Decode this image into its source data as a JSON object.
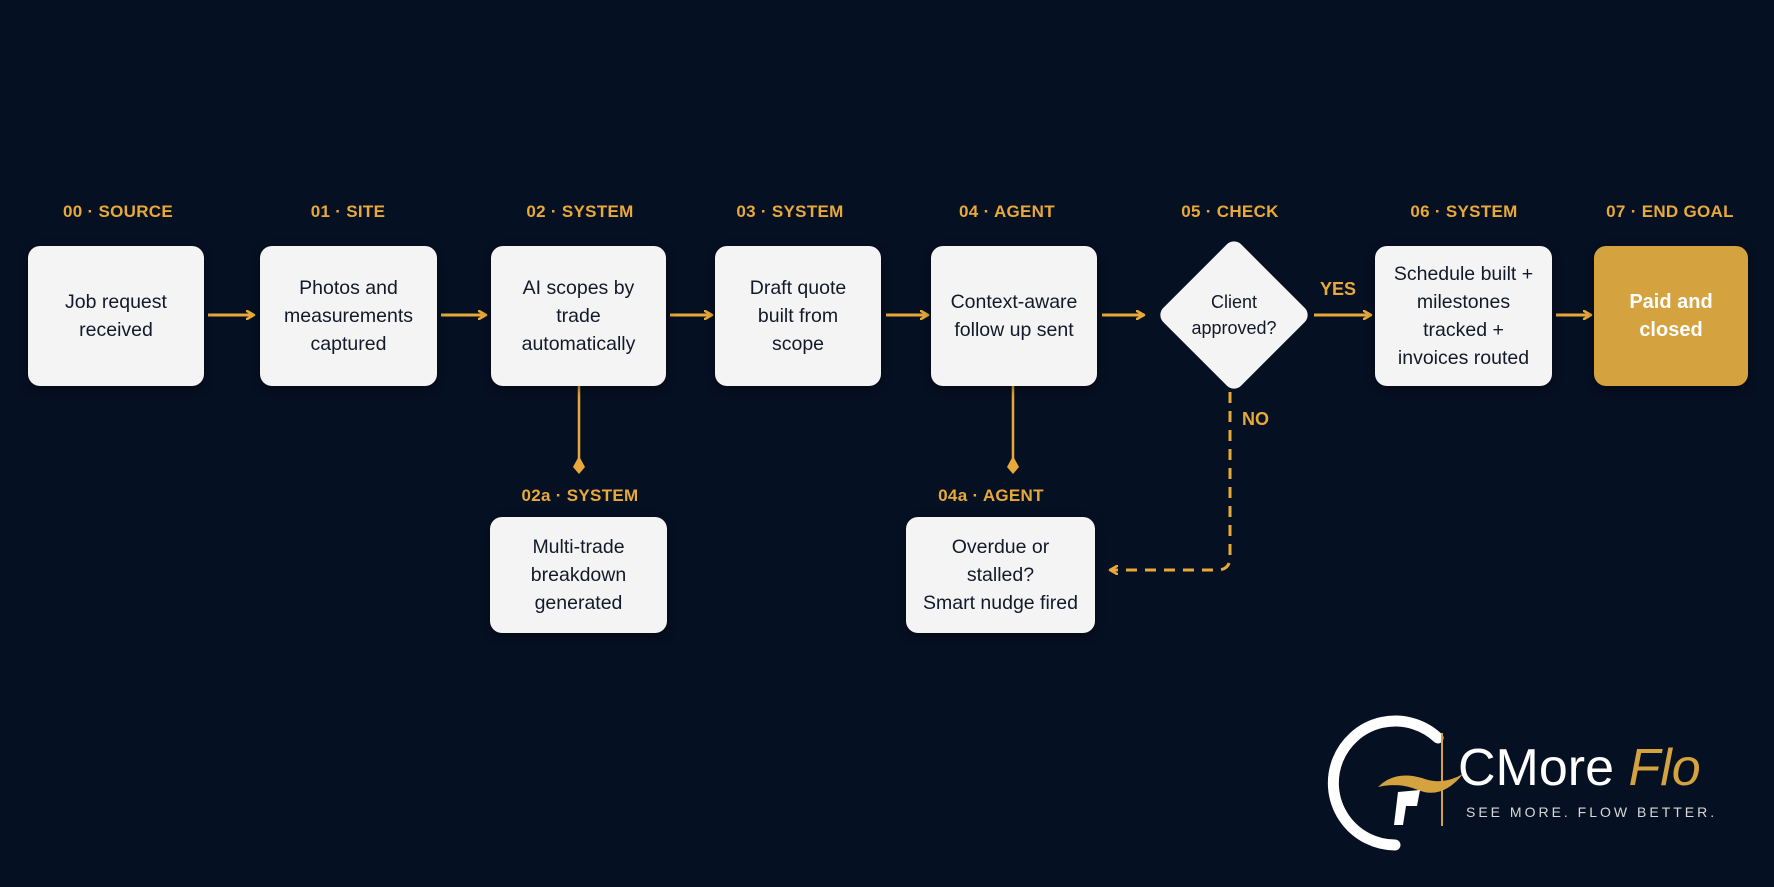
{
  "stages": [
    {
      "label": "00 · SOURCE",
      "text": "Job request\nreceived"
    },
    {
      "label": "01 · SITE",
      "text": "Photos and\nmeasurements\ncaptured"
    },
    {
      "label": "02 · SYSTEM",
      "text": "AI scopes by\ntrade\nautomatically"
    },
    {
      "label": "03 · SYSTEM",
      "text": "Draft quote\nbuilt from\nscope"
    },
    {
      "label": "04 · AGENT",
      "text": "Context-aware\nfollow up sent"
    },
    {
      "label": "05 · CHECK",
      "text": "Client\napproved?"
    },
    {
      "label": "06 · SYSTEM",
      "text": "Schedule built +\nmilestones\ntracked +\ninvoices routed"
    },
    {
      "label": "07 · END GOAL",
      "text": "Paid and\nclosed"
    }
  ],
  "substages": [
    {
      "label": "02a · SYSTEM",
      "text": "Multi-trade\nbreakdown\ngenerated"
    },
    {
      "label": "04a · AGENT",
      "text": "Overdue or\nstalled?\nSmart nudge fired"
    }
  ],
  "branches": {
    "yes": "YES",
    "no": "NO"
  },
  "brand": {
    "name_main": "CMore ",
    "name_accent": "Flo",
    "tagline": "SEE MORE. FLOW BETTER."
  },
  "colors": {
    "background": "#061023",
    "accent": "#e8a93a",
    "box": "#f4f4f4",
    "goal": "#d4a23e"
  }
}
